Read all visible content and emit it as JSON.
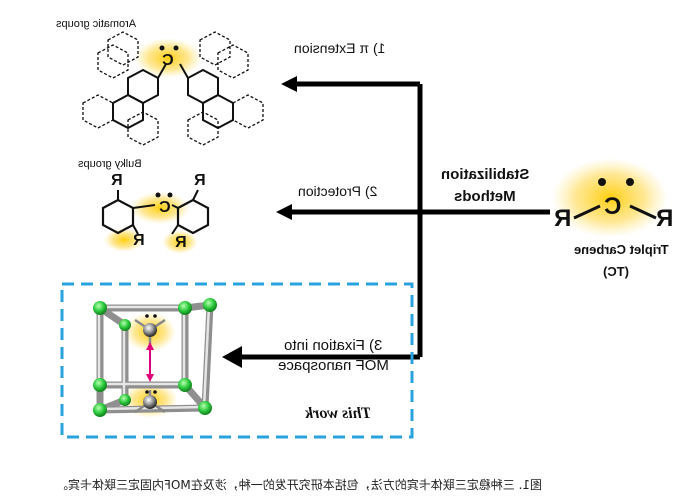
{
  "figure": {
    "aromatic_label": "Aromatic groups",
    "bulky_label": "Bulky groups",
    "step1_label": "1) π Extension",
    "step2_label": "2) Protection",
    "step3_line1": "3) Fixation into",
    "step3_line2": "MOF nanospace",
    "center_line1": "Stabilization",
    "center_line2": "Methods",
    "tc_name": "Triplet Carbene",
    "tc_abbr": "(TC)",
    "this_work": "This work",
    "r_symbol": "R",
    "c_symbol": "C",
    "caption": "图1. 三种稳定三联体卡宾的方法，包括本研究开发的一种，涉及在MOF内固定三联体卡宾。"
  },
  "colors": {
    "glow": "#ffcc00",
    "dashed_box": "#29a3e0",
    "node_green": "#2ecc40",
    "arrow": "#000000",
    "pink": "#e0007a"
  }
}
